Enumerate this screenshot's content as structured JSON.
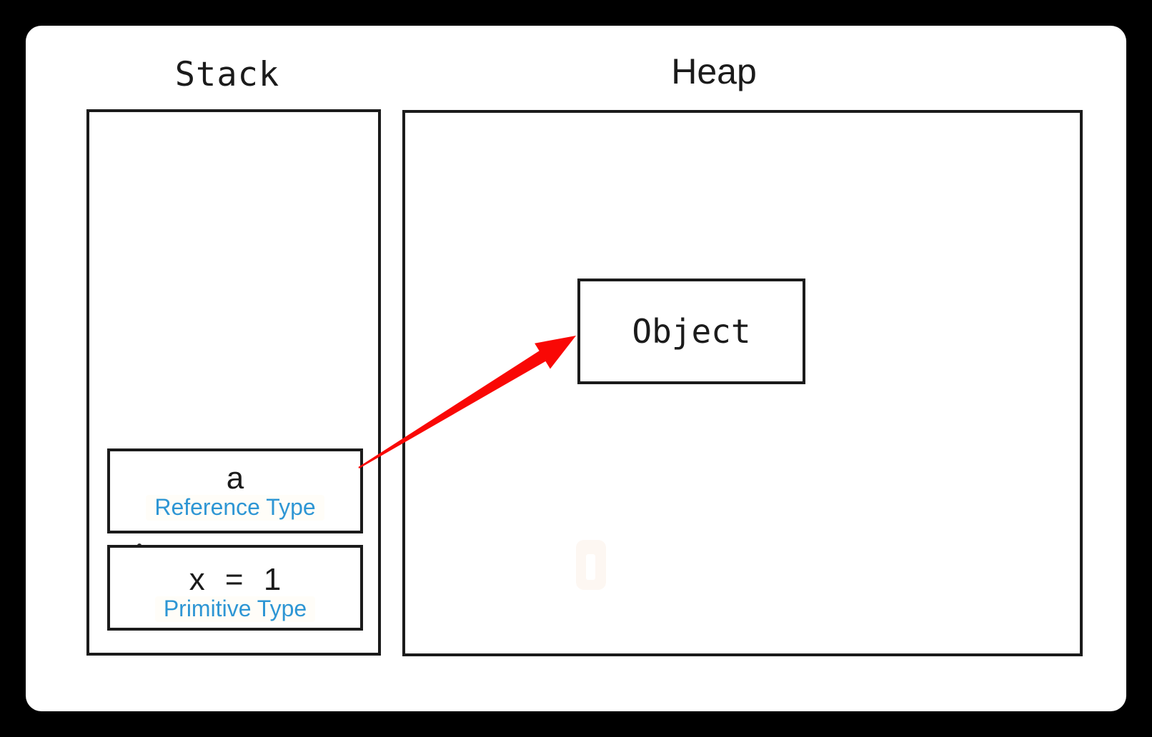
{
  "stack": {
    "title": "Stack",
    "frames": [
      {
        "value": "a",
        "type": "Reference Type"
      },
      {
        "value": "x = 1",
        "type": "Primitive Type"
      }
    ]
  },
  "heap": {
    "title": "Heap",
    "object_label": "Object"
  },
  "colors": {
    "ink": "#1b1b1b",
    "label-blue": "#2e96d4",
    "arrow-red": "#f90805"
  }
}
